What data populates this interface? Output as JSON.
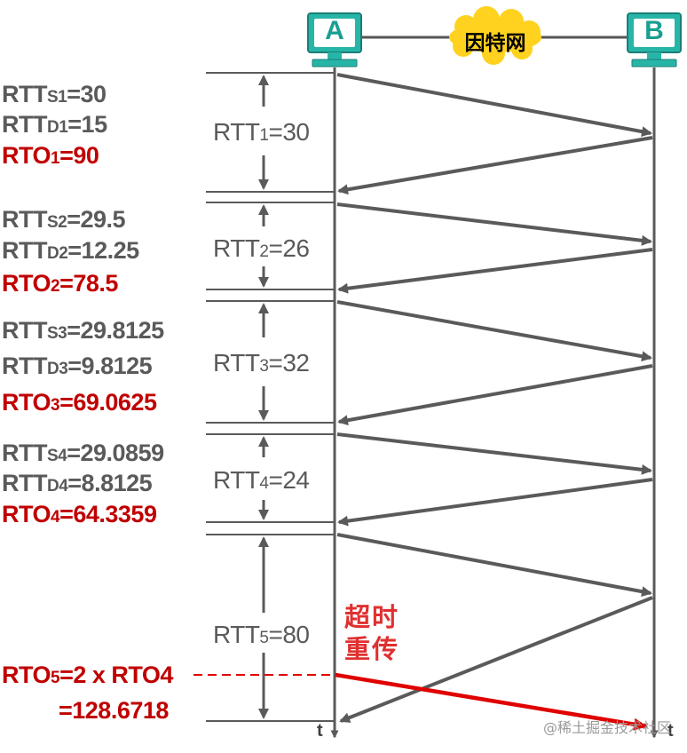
{
  "hosts": {
    "a": "A",
    "b": "B",
    "network": "因特网"
  },
  "blocks": [
    {
      "rtts_pre": "RTT",
      "rtts_sub": "S1",
      "rtts_val": "=30",
      "rttd_pre": "RTT",
      "rttd_sub": "D1",
      "rttd_val": "=15",
      "rto_pre": "RTO",
      "rto_sub": "1",
      "rto_val": "=90",
      "rtt_pre": "RTT",
      "rtt_sub": "1",
      "rtt_val": "=30"
    },
    {
      "rtts_pre": "RTT",
      "rtts_sub": "S2",
      "rtts_val": "=29.5",
      "rttd_pre": "RTT",
      "rttd_sub": "D2",
      "rttd_val": "=12.25",
      "rto_pre": "RTO",
      "rto_sub": "2",
      "rto_val": "=78.5",
      "rtt_pre": "RTT",
      "rtt_sub": "2",
      "rtt_val": "=26"
    },
    {
      "rtts_pre": "RTT",
      "rtts_sub": "S3",
      "rtts_val": "=29.8125",
      "rttd_pre": "RTT",
      "rttd_sub": "D3",
      "rttd_val": "=9.8125",
      "rto_pre": "RTO",
      "rto_sub": "3",
      "rto_val": "=69.0625",
      "rtt_pre": "RTT",
      "rtt_sub": "3",
      "rtt_val": "=32"
    },
    {
      "rtts_pre": "RTT",
      "rtts_sub": "S4",
      "rtts_val": "=29.0859",
      "rttd_pre": "RTT",
      "rttd_sub": "D4",
      "rttd_val": "=8.8125",
      "rto_pre": "RTO",
      "rto_sub": "4",
      "rto_val": "=64.3359",
      "rtt_pre": "RTT",
      "rtt_sub": "4",
      "rtt_val": "=24"
    }
  ],
  "block5": {
    "rtt_pre": "RTT",
    "rtt_sub": "5",
    "rtt_val": "=80",
    "rto_pre": "RTO",
    "rto_sub": "5",
    "rto_val": "=2 x RTO4",
    "rto_line2": "=128.6718",
    "retransmit_line1": "超时",
    "retransmit_line2": "重传"
  },
  "time_label": "t",
  "watermark": "@稀土掘金技术社区",
  "colors": {
    "gray": "#5a5a5a",
    "red": "#c00000",
    "retransmit": "#e00000",
    "host_fill": "#27b5a8",
    "cloud": "#ffd21f"
  }
}
